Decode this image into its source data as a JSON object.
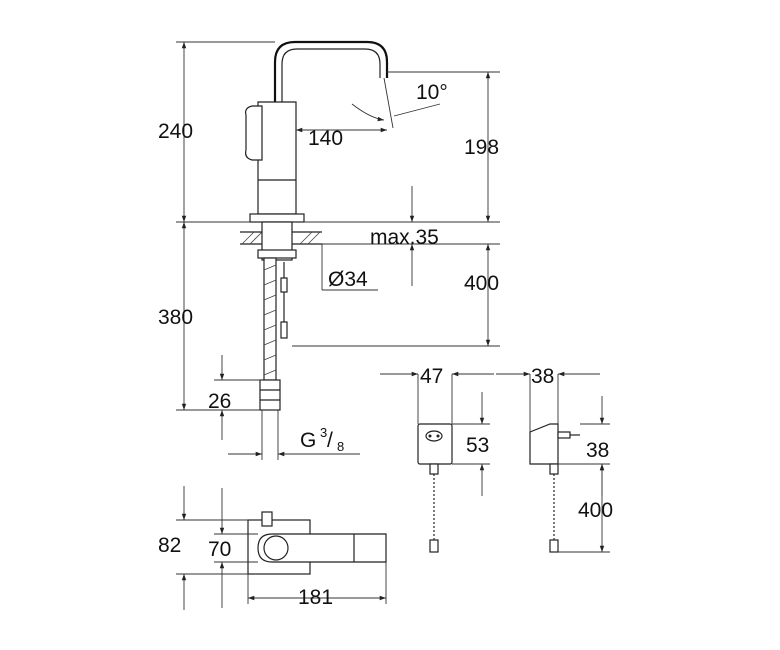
{
  "diagram": {
    "dimensions": {
      "height_total": "240",
      "spout_height": "198",
      "spout_reach": "140",
      "spout_angle": "10°",
      "max_thickness": "max.35",
      "hole_diameter": "Ø34",
      "cable_length_top": "400",
      "hose_length": "380",
      "connector_height": "26",
      "thread_main": "G",
      "thread_sup": "3",
      "thread_sub": "8",
      "plan_depth_outer": "82",
      "plan_depth_inner": "70",
      "plan_length": "181",
      "adapter_front_width": "47",
      "adapter_front_height": "53",
      "adapter_side_depth": "38",
      "adapter_side_height": "38",
      "adapter_cable_length": "400"
    },
    "colors": {
      "line": "#222222",
      "background": "#ffffff"
    }
  }
}
